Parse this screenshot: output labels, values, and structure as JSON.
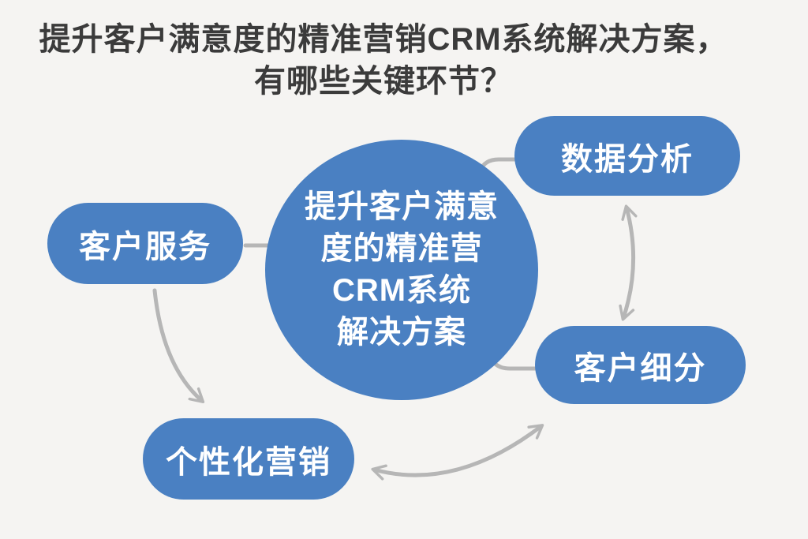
{
  "title": {
    "line1": "提升客户满意度的精准营销CRM系统解决方案，",
    "line2": "有哪些关键环节？"
  },
  "center": {
    "lines": [
      "提升客户满意",
      "度的精准营",
      "CRM系统",
      "解决方案"
    ]
  },
  "nodes": [
    {
      "id": "data-analysis",
      "label": "数据分析"
    },
    {
      "id": "customer-service",
      "label": "客户服务"
    },
    {
      "id": "customer-segmentation",
      "label": "客户细分"
    },
    {
      "id": "personalized-marketing",
      "label": "个性化营销"
    }
  ],
  "connections": [
    {
      "from": "customer-service",
      "to": "center",
      "style": "line"
    },
    {
      "from": "center",
      "to": "data-analysis",
      "style": "line"
    },
    {
      "from": "center",
      "to": "customer-segmentation",
      "style": "line"
    },
    {
      "from": "data-analysis",
      "to": "customer-segmentation",
      "style": "double-arrow"
    },
    {
      "from": "customer-service",
      "to": "personalized-marketing",
      "style": "arrow"
    },
    {
      "from": "personalized-marketing",
      "to": "customer-segmentation",
      "style": "double-arrow"
    }
  ],
  "colors": {
    "background": "#f5f4f2",
    "node_blue": "#4a80c2",
    "node_text": "#ffffff",
    "title_text": "#3b3b3b",
    "arrow_gray": "#b6b6b6"
  }
}
